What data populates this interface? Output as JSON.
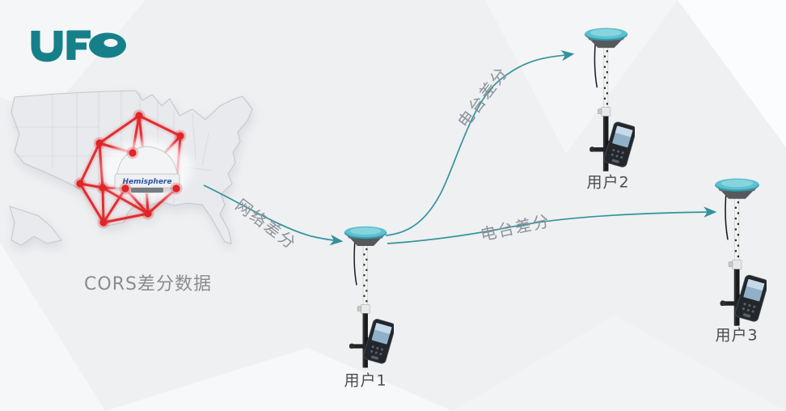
{
  "logo": {
    "text": "UFO",
    "color": "#15808a"
  },
  "map": {
    "caption": "CORS差分数据",
    "antenna_brand": "Hemisphere",
    "network_color": "#e02428",
    "station_node_count": 10
  },
  "links": {
    "color": "#35929c",
    "items": [
      {
        "id": "network-diff-to-user1",
        "label": "网络差分"
      },
      {
        "id": "radio-diff-to-user2",
        "label": "电台差分"
      },
      {
        "id": "radio-diff-to-user3",
        "label": "电台差分"
      }
    ]
  },
  "users": {
    "items": [
      {
        "label": "用户1"
      },
      {
        "label": "用户2"
      },
      {
        "label": "用户3"
      }
    ]
  }
}
